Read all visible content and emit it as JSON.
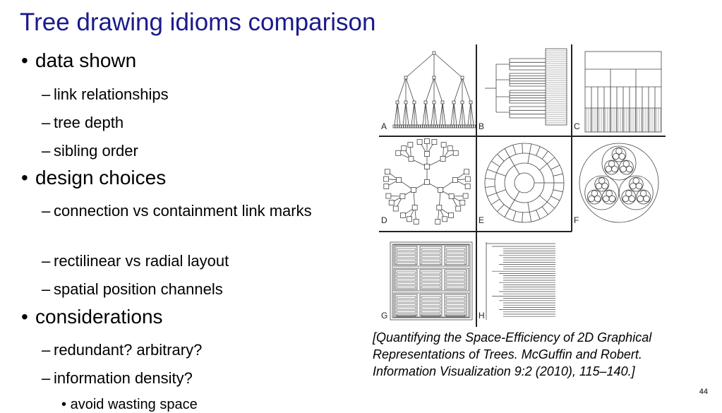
{
  "slide": {
    "title": "Tree drawing idioms comparison",
    "page_number": "44"
  },
  "bullets": [
    {
      "level": 1,
      "mark": "•",
      "text": "data shown"
    },
    {
      "level": 2,
      "mark": "–",
      "text": "link relationships"
    },
    {
      "level": 2,
      "mark": "–",
      "text": "tree depth"
    },
    {
      "level": 2,
      "mark": "–",
      "text": "sibling order"
    },
    {
      "level": 1,
      "mark": "•",
      "text": "design choices"
    },
    {
      "level": 2,
      "mark": "–",
      "text": "connection vs containment link marks"
    },
    {
      "level": 2,
      "mark": "–",
      "text": "rectilinear vs radial layout"
    },
    {
      "level": 2,
      "mark": "–",
      "text": "spatial position channels"
    },
    {
      "level": 1,
      "mark": "•",
      "text": "considerations"
    },
    {
      "level": 2,
      "mark": "–",
      "text": "redundant? arbitrary?"
    },
    {
      "level": 2,
      "mark": "–",
      "text": "information density?"
    },
    {
      "level": 3,
      "mark": "•",
      "text": "avoid wasting space"
    }
  ],
  "figure": {
    "panel_labels": [
      "A",
      "B",
      "C",
      "D",
      "E",
      "F",
      "G",
      "H"
    ]
  },
  "caption": {
    "line1": "[Quantifying the Space-Efficiency of 2D Graphical",
    "line2": "Representations of Trees. McGuffin and Robert.",
    "line3": "Information Visualization 9:2 (2010), 115–140.]"
  }
}
